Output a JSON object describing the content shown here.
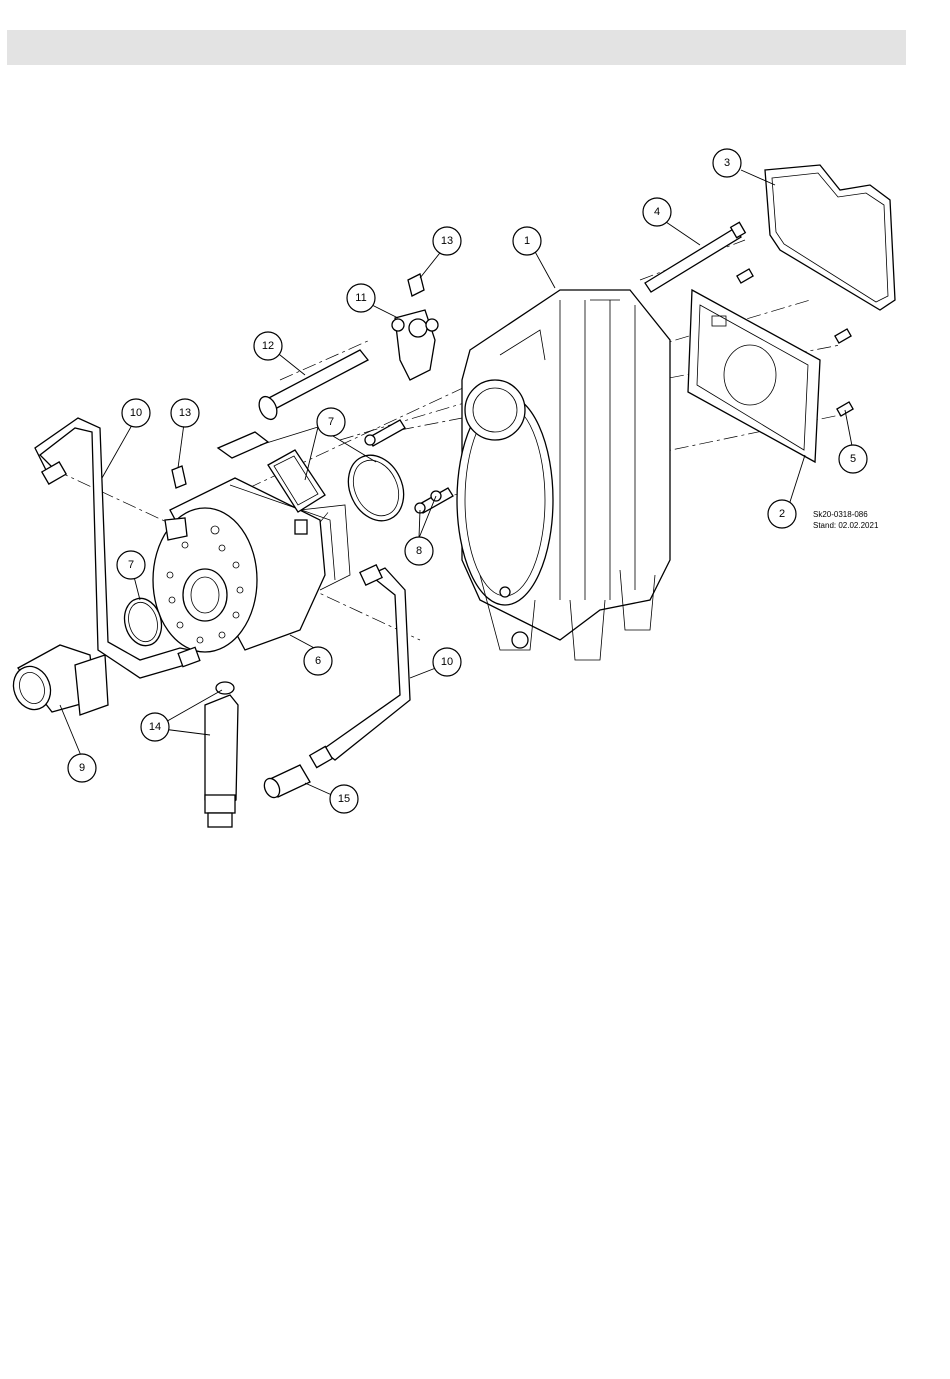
{
  "header": {
    "title": ""
  },
  "drawing": {
    "reference_code": "Sk20-0318-086",
    "date_stamp": "Stand: 02.02.2021"
  },
  "callouts": [
    {
      "id": "c1",
      "label": "1"
    },
    {
      "id": "c2",
      "label": "2"
    },
    {
      "id": "c3",
      "label": "3"
    },
    {
      "id": "c4",
      "label": "4"
    },
    {
      "id": "c5",
      "label": "5"
    },
    {
      "id": "c6",
      "label": "6"
    },
    {
      "id": "c7a",
      "label": "7"
    },
    {
      "id": "c7b",
      "label": "7"
    },
    {
      "id": "c8",
      "label": "8"
    },
    {
      "id": "c9",
      "label": "9"
    },
    {
      "id": "c10a",
      "label": "10"
    },
    {
      "id": "c10b",
      "label": "10"
    },
    {
      "id": "c11",
      "label": "11"
    },
    {
      "id": "c12",
      "label": "12"
    },
    {
      "id": "c13a",
      "label": "13"
    },
    {
      "id": "c13b",
      "label": "13"
    },
    {
      "id": "c14",
      "label": "14"
    },
    {
      "id": "c15",
      "label": "15"
    }
  ]
}
